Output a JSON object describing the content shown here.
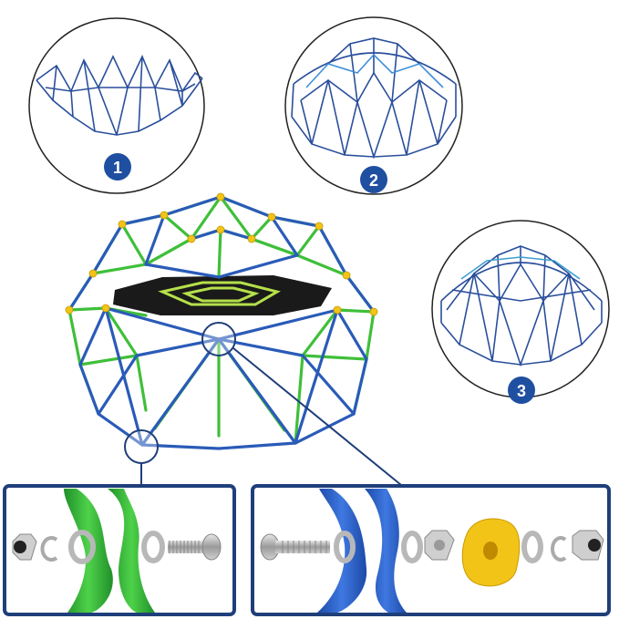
{
  "steps": [
    {
      "number": "1"
    },
    {
      "number": "2"
    },
    {
      "number": "3"
    }
  ],
  "colors": {
    "frame_blue": "#2a5bb8",
    "frame_green": "#3fbf3a",
    "badge_blue": "#1f4fa0",
    "panel_border": "#1f3f7a",
    "connector_yellow": "#f2c418",
    "platform_black": "#1a1a1a",
    "platform_accent": "#b5e04a"
  },
  "icons": [
    "dome-assembly-step-1-icon",
    "dome-assembly-step-2-icon",
    "dome-assembly-step-3-icon",
    "lock-nut-icon",
    "washer-icon",
    "split-washer-icon",
    "bolt-icon",
    "hex-nut-icon",
    "yellow-connector-icon"
  ]
}
